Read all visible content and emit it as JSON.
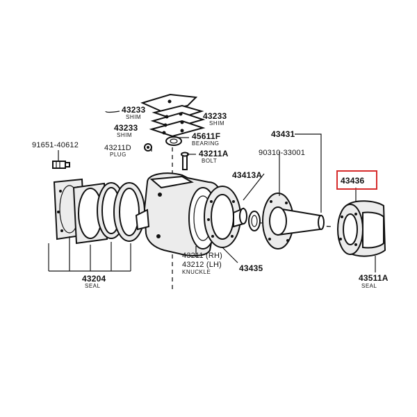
{
  "highlight_color": "#d62b2b",
  "labels": {
    "shim_a_num": "43233",
    "shim_a_txt": "SHIM",
    "shim_b_num": "43233",
    "shim_b_txt": "SHIM",
    "shim_c_num": "43233",
    "shim_c_txt": "SHIM",
    "bearing_num": "45611F",
    "bearing_txt": "BEARING",
    "bolt_num": "43211A",
    "bolt_txt": "BOLT",
    "stud_num": "91651-40612",
    "plug_num": "43211D",
    "plug_txt": "PLUG",
    "spindle_num": "43431",
    "spindle_seal_num": "90310-33001",
    "bushing_num": "43413A",
    "hub_num": "43436",
    "seal_group_num": "43204",
    "seal_group_txt": "SEAL",
    "knuckle_num_rh": "43211 (RH)",
    "knuckle_num_lh": "43212 (LH)",
    "knuckle_txt": "KNUCKLE",
    "gasket_num": "43435",
    "outer_seal_num": "43511A",
    "outer_seal_txt": "SEAL"
  }
}
